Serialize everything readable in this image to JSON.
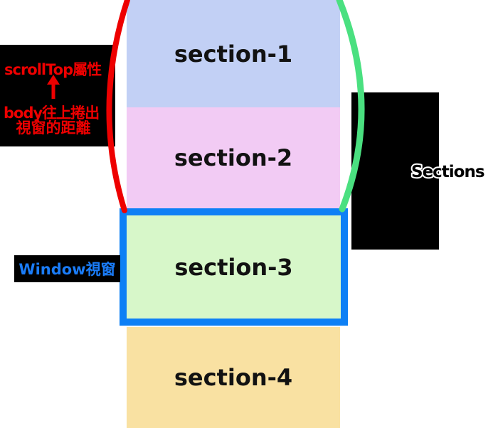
{
  "diagram": {
    "title_context": "scrollTop diagram",
    "sections": [
      {
        "label": "section-1",
        "color": "#c2d0f5"
      },
      {
        "label": "section-2",
        "color": "#f2cbf4"
      },
      {
        "label": "section-3",
        "color": "#d7f7c9"
      },
      {
        "label": "section-4",
        "color": "#f9e1a2"
      }
    ],
    "viewport": {
      "border_color": "#0e80f5",
      "label": "Window視窗",
      "label_color": "#1a7cf8"
    },
    "scrolltop_note": {
      "title": "scrollTop屬性",
      "arrow": "up-arrow",
      "desc_line1": "body往上捲出",
      "desc_line2": "視窗的距離",
      "text_color": "#ee0000"
    },
    "right_note": {
      "label": "Sections",
      "fill_color": "#000000",
      "outline_color": "#ffffff"
    },
    "arcs": {
      "left_color": "#ee0000",
      "right_color": "#4ae080"
    }
  }
}
